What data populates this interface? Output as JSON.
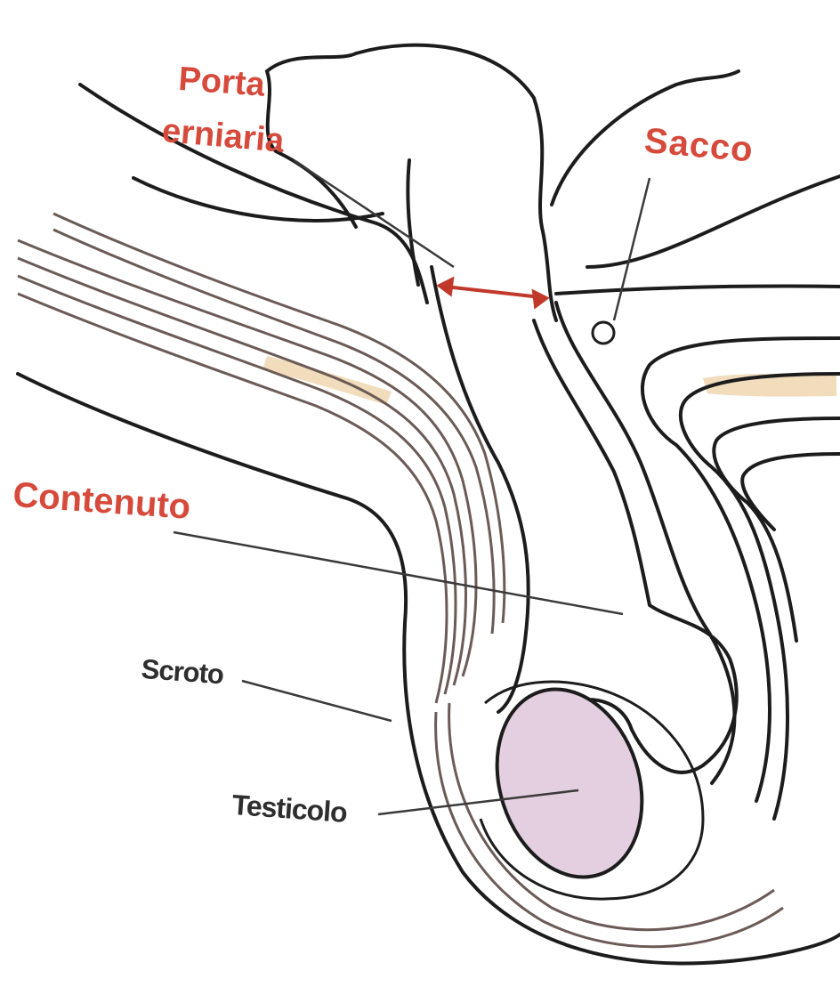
{
  "labels": {
    "porta_line1": "Porta",
    "porta_line2": "erniaria",
    "sacco": "Sacco",
    "contenuto": "Contenuto",
    "scroto": "Scroto",
    "testicolo": "Testicolo"
  },
  "colors": {
    "label_red": "#d64a3c",
    "label_dark": "#2e2e2e",
    "outline": "#1c1c1c",
    "layer_brown": "#6b5a55",
    "muscle_fill": "#f1dcbb",
    "testicle_fill": "#e3cfe0",
    "arrow": "#c0392b",
    "leader": "#3a3a3a"
  }
}
